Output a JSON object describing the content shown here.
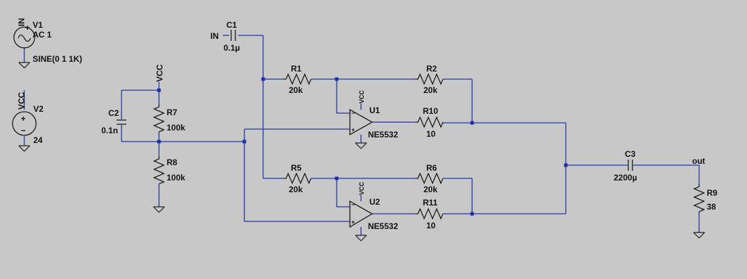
{
  "components": {
    "v1": {
      "ref": "V1",
      "value": "AC 1",
      "param": "SINE(0 1 1K)",
      "net": "IN"
    },
    "v2": {
      "ref": "V2",
      "value": "24",
      "net": "VCC"
    },
    "c1": {
      "ref": "C1",
      "value": "0.1µ",
      "net": "IN"
    },
    "c2": {
      "ref": "C2",
      "value": "0.1n"
    },
    "c3": {
      "ref": "C3",
      "value": "2200µ"
    },
    "r1": {
      "ref": "R1",
      "value": "20k"
    },
    "r2": {
      "ref": "R2",
      "value": "20k"
    },
    "r5": {
      "ref": "R5",
      "value": "20k"
    },
    "r6": {
      "ref": "R6",
      "value": "20k"
    },
    "r7": {
      "ref": "R7",
      "value": "100k",
      "net": "VCC"
    },
    "r8": {
      "ref": "R8",
      "value": "100k"
    },
    "r9": {
      "ref": "R9",
      "value": "38",
      "net": "out"
    },
    "r10": {
      "ref": "R10",
      "value": "10"
    },
    "r11": {
      "ref": "R11",
      "value": "10"
    },
    "u1": {
      "ref": "U1",
      "value": "NE5532",
      "net": "VCC"
    },
    "u2": {
      "ref": "U2",
      "value": "NE5532",
      "net": "VCC"
    }
  },
  "symbols": {
    "plus": "+",
    "minus": "−"
  },
  "colors": {
    "background": "#c8c8c8",
    "wire": "#2038a8",
    "component": "#1a1a1a"
  }
}
